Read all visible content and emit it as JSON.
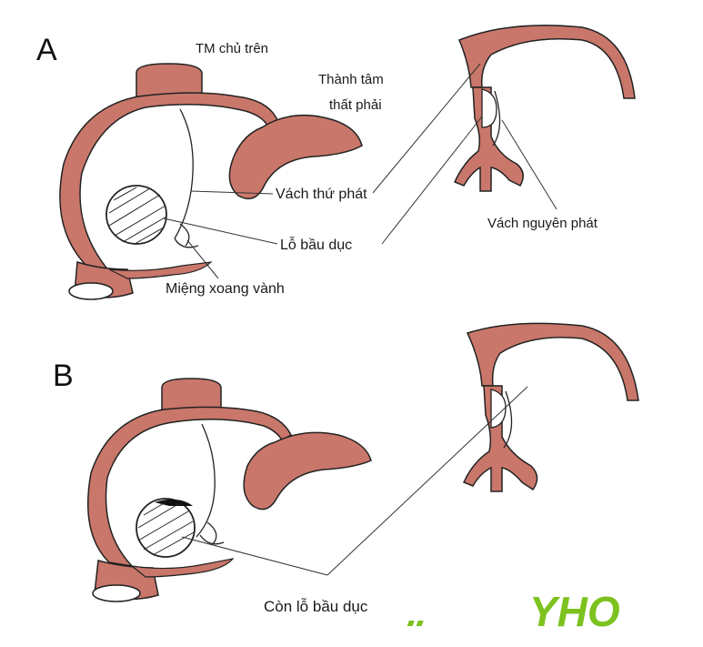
{
  "panels": {
    "a": {
      "letter": "A"
    },
    "b": {
      "letter": "B"
    }
  },
  "labels": {
    "tm_chu_tren": "TM chủ trên",
    "thanh_tam_line1": "Thành tâm",
    "thanh_tam_line2": "thất phải",
    "vach_thu_phat": "Vách thứ phát",
    "lo_bau_duc": "Lỗ bầu dục",
    "mieng_xoang_vanh": "Miệng xoang vành",
    "vach_nguyen_phat": "Vách nguyên phát",
    "con_lo_bau_duc": "Còn lỗ bầu dục"
  },
  "logo": {
    "text": "YHO"
  },
  "colors": {
    "tissue": "#c9776a",
    "outline": "#222222",
    "logo_green": "#7dc21e"
  }
}
